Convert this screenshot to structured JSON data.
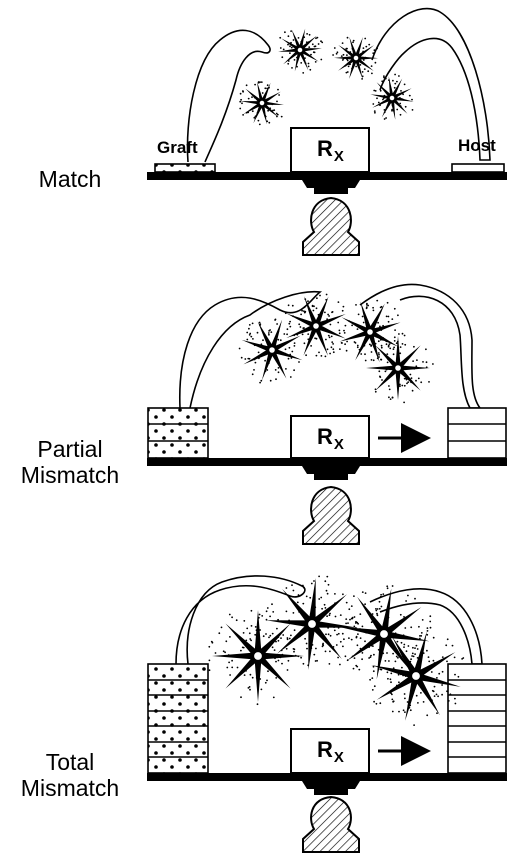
{
  "panels": [
    {
      "label_line1": "Match",
      "label_line2": ""
    },
    {
      "label_line1": "Partial",
      "label_line2": "Mismatch"
    },
    {
      "label_line1": "Total",
      "label_line2": "Mismatch"
    }
  ],
  "graft_label": "Graft",
  "host_label": "Host",
  "rx_main": "R",
  "rx_sub": "X"
}
